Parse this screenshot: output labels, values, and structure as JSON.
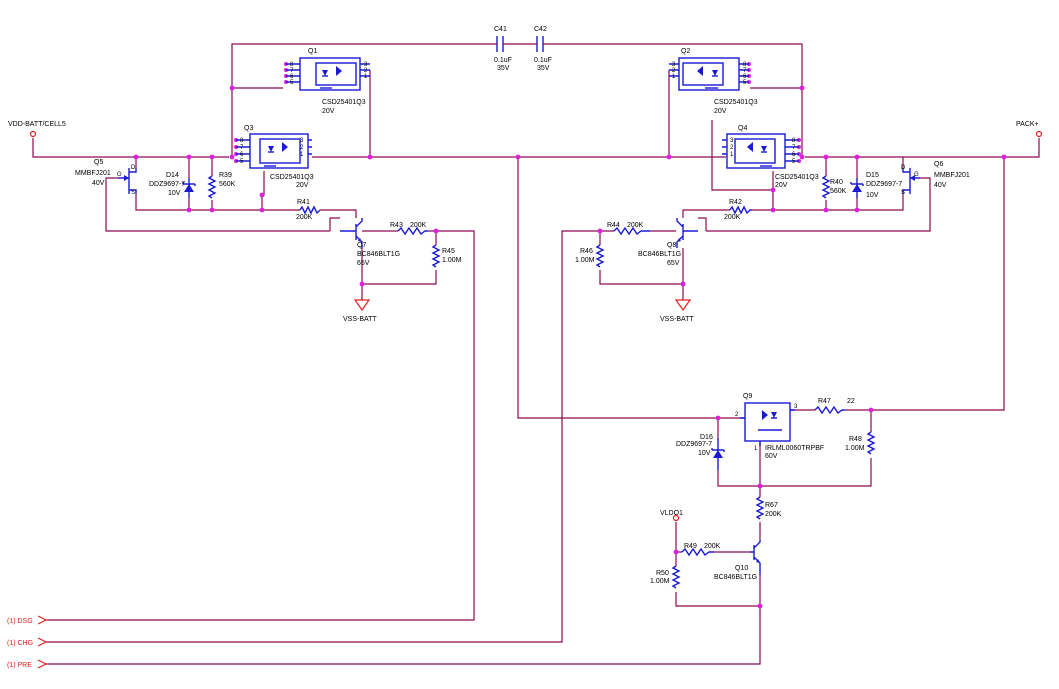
{
  "nets": {
    "vdd_batt": "VDD-BATT/CELL5",
    "pack_plus": "PACK+",
    "vss_batt_left": "VSS-BATT",
    "vss_batt_right": "VSS-BATT",
    "vldo1": "VLDO1"
  },
  "ports": {
    "dsg": "(1) DSG",
    "chg": "(1) CHG",
    "pre": "(1) PRE"
  },
  "components": {
    "c41": {
      "ref": "C41",
      "value": "0.1uF",
      "rating": "35V"
    },
    "c42": {
      "ref": "C42",
      "value": "0.1uF",
      "rating": "35V"
    },
    "q1": {
      "ref": "Q1",
      "part": "CSD25401Q3",
      "rating": "20V"
    },
    "q2": {
      "ref": "Q2",
      "part": "CSD25401Q3",
      "rating": "20V"
    },
    "q3": {
      "ref": "Q3",
      "part": "CSD25401Q3",
      "rating": "20V"
    },
    "q4": {
      "ref": "Q4",
      "part": "CSD25401Q3",
      "rating": "20V"
    },
    "q5": {
      "ref": "Q5",
      "part": "MMBFJ201",
      "rating": "40V"
    },
    "q6": {
      "ref": "Q6",
      "part": "MMBFJ201",
      "rating": "40V"
    },
    "q7": {
      "ref": "Q7",
      "part": "BC846BLT1G",
      "rating": "65V"
    },
    "q8": {
      "ref": "Q8",
      "part": "BC846BLT1G",
      "rating": "65V"
    },
    "q9": {
      "ref": "Q9",
      "part": "IRLML0060TRPBF",
      "rating": "60V"
    },
    "q10": {
      "ref": "Q10",
      "part": "BC846BLT1G"
    },
    "d14": {
      "ref": "D14",
      "part": "DDZ9697-7",
      "rating": "10V"
    },
    "d15": {
      "ref": "D15",
      "part": "DDZ9697-7",
      "rating": "10V"
    },
    "d16": {
      "ref": "D16",
      "part": "DDZ9697-7",
      "rating": "10V"
    },
    "r39": {
      "ref": "R39",
      "value": "560K"
    },
    "r40": {
      "ref": "R40",
      "value": "560K"
    },
    "r41": {
      "ref": "R41",
      "value": "200K"
    },
    "r42": {
      "ref": "R42",
      "value": "200K"
    },
    "r43": {
      "ref": "R43",
      "value": "200K"
    },
    "r44": {
      "ref": "R44",
      "value": "200K"
    },
    "r45": {
      "ref": "R45",
      "value": "1.00M"
    },
    "r46": {
      "ref": "R46",
      "value": "1.00M"
    },
    "r47": {
      "ref": "R47",
      "value": "22"
    },
    "r48": {
      "ref": "R48",
      "value": "1.00M"
    },
    "r49": {
      "ref": "R49",
      "value": "200K"
    },
    "r50": {
      "ref": "R50",
      "value": "1.00M"
    },
    "r67": {
      "ref": "R67",
      "value": "200K"
    }
  },
  "pins": {
    "p8": "8",
    "p7": "7",
    "p6": "6",
    "p5": "5",
    "p3": "3",
    "p2": "2",
    "p1": "1",
    "s": "S",
    "d": "D",
    "g": "G"
  },
  "colors": {
    "wire": "#8b0a50",
    "component": "#1a1ad4",
    "junction": "#e01ee0",
    "port": "#e02020"
  }
}
